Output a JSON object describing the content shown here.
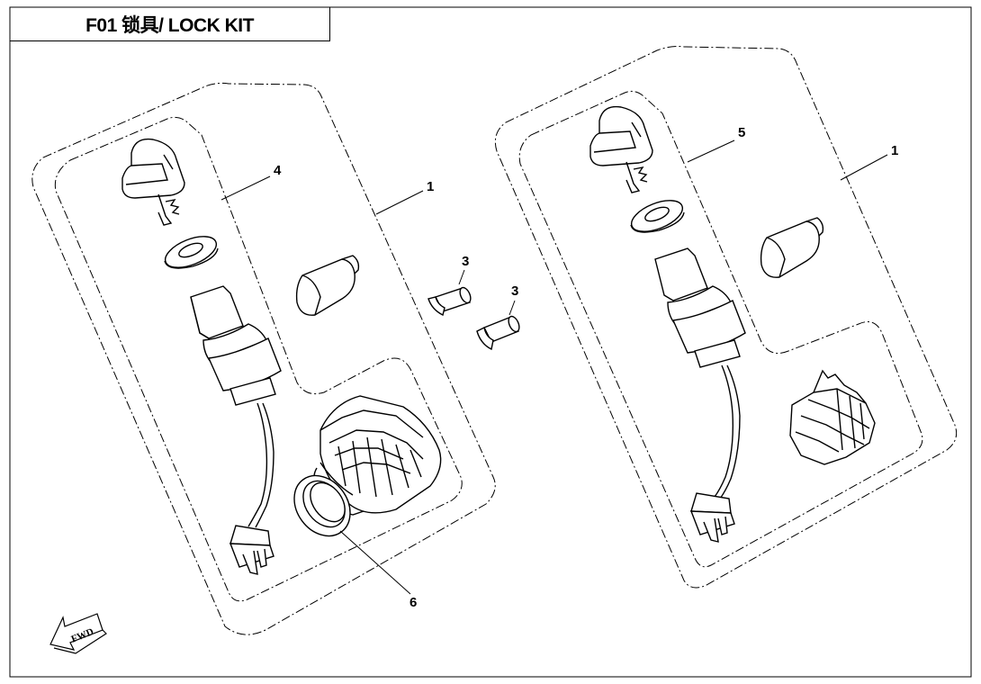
{
  "title": "F01 锁具/ LOCK KIT",
  "callouts": {
    "kit_left_part": "4",
    "kit_left_box": "1",
    "kit_right_part": "5",
    "kit_right_box": "1",
    "bushing_top": "3",
    "bushing_bottom": "3",
    "ring_nut": "6"
  },
  "direction_badge": "FWD",
  "icons": [
    "ignition-key-icon",
    "lock-washer-icon",
    "ignition-switch-icon",
    "lock-cylinder-icon",
    "lock-nut-icon",
    "bushing-icon",
    "connector-icon",
    "fwd-arrow-icon"
  ],
  "colors": {
    "line": "#000000",
    "background": "#ffffff"
  }
}
